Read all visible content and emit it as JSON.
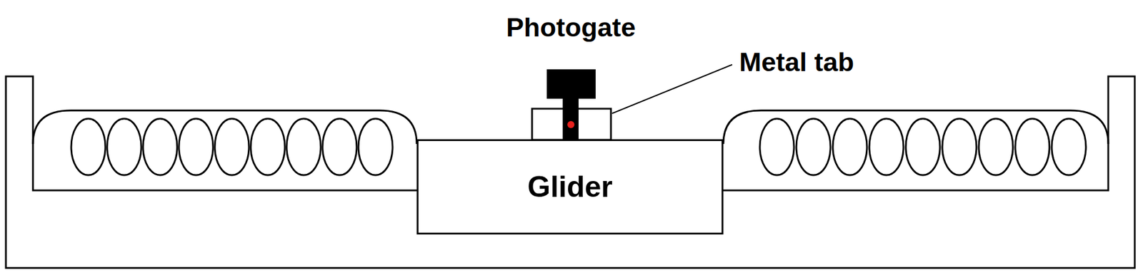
{
  "diagram": {
    "nodes": [
      {
        "text": [
          "Glider"
        ]
      }
    ],
    "labels": [
      "Photogate",
      "Metal tab"
    ]
  }
}
